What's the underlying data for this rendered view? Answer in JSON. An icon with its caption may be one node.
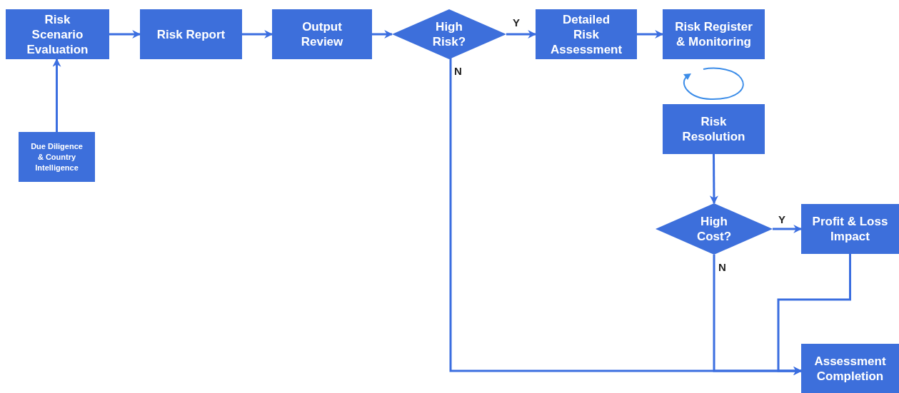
{
  "diagram": {
    "nodes": [
      {
        "text": [
          "Risk Scenario Evaluation"
        ]
      },
      {
        "text": [
          "Risk Report"
        ]
      },
      {
        "text": [
          "Output Review"
        ]
      },
      {
        "text": [
          "High Risk?"
        ]
      },
      {
        "text": [
          "Detailed Risk Assessment"
        ]
      },
      {
        "text": [
          "Risk Register & Monitoring"
        ]
      },
      {
        "text": [
          "Due Diligence & Country Intelligence"
        ]
      },
      {
        "text": [
          "Risk Resolution"
        ]
      },
      {
        "text": [
          "High Cost?"
        ]
      },
      {
        "text": [
          "Profit & Loss Impact"
        ]
      },
      {
        "text": [
          "Assessment Completion"
        ]
      }
    ],
    "edges": [
      {
        "from": 0,
        "to": 1,
        "arrow": "to"
      },
      {
        "from": 1,
        "to": 2,
        "arrow": "to"
      },
      {
        "from": 2,
        "to": 3,
        "arrow": "to"
      },
      {
        "from": 3,
        "to": 4,
        "arrow": "to",
        "label": "Y"
      },
      {
        "from": 4,
        "to": 5,
        "arrow": "to"
      },
      {
        "from": 6,
        "to": 0,
        "arrow": "to"
      },
      {
        "from": 3,
        "to": 10,
        "arrow": "to",
        "label": "N"
      },
      {
        "from": 7,
        "to": 8,
        "arrow": "to"
      },
      {
        "from": 8,
        "to": 9,
        "arrow": "to",
        "label": "Y"
      },
      {
        "from": 8,
        "to": 10,
        "arrow": "to",
        "label": "N"
      },
      {
        "from": 9,
        "to": 10,
        "arrow": "to"
      }
    ]
  }
}
